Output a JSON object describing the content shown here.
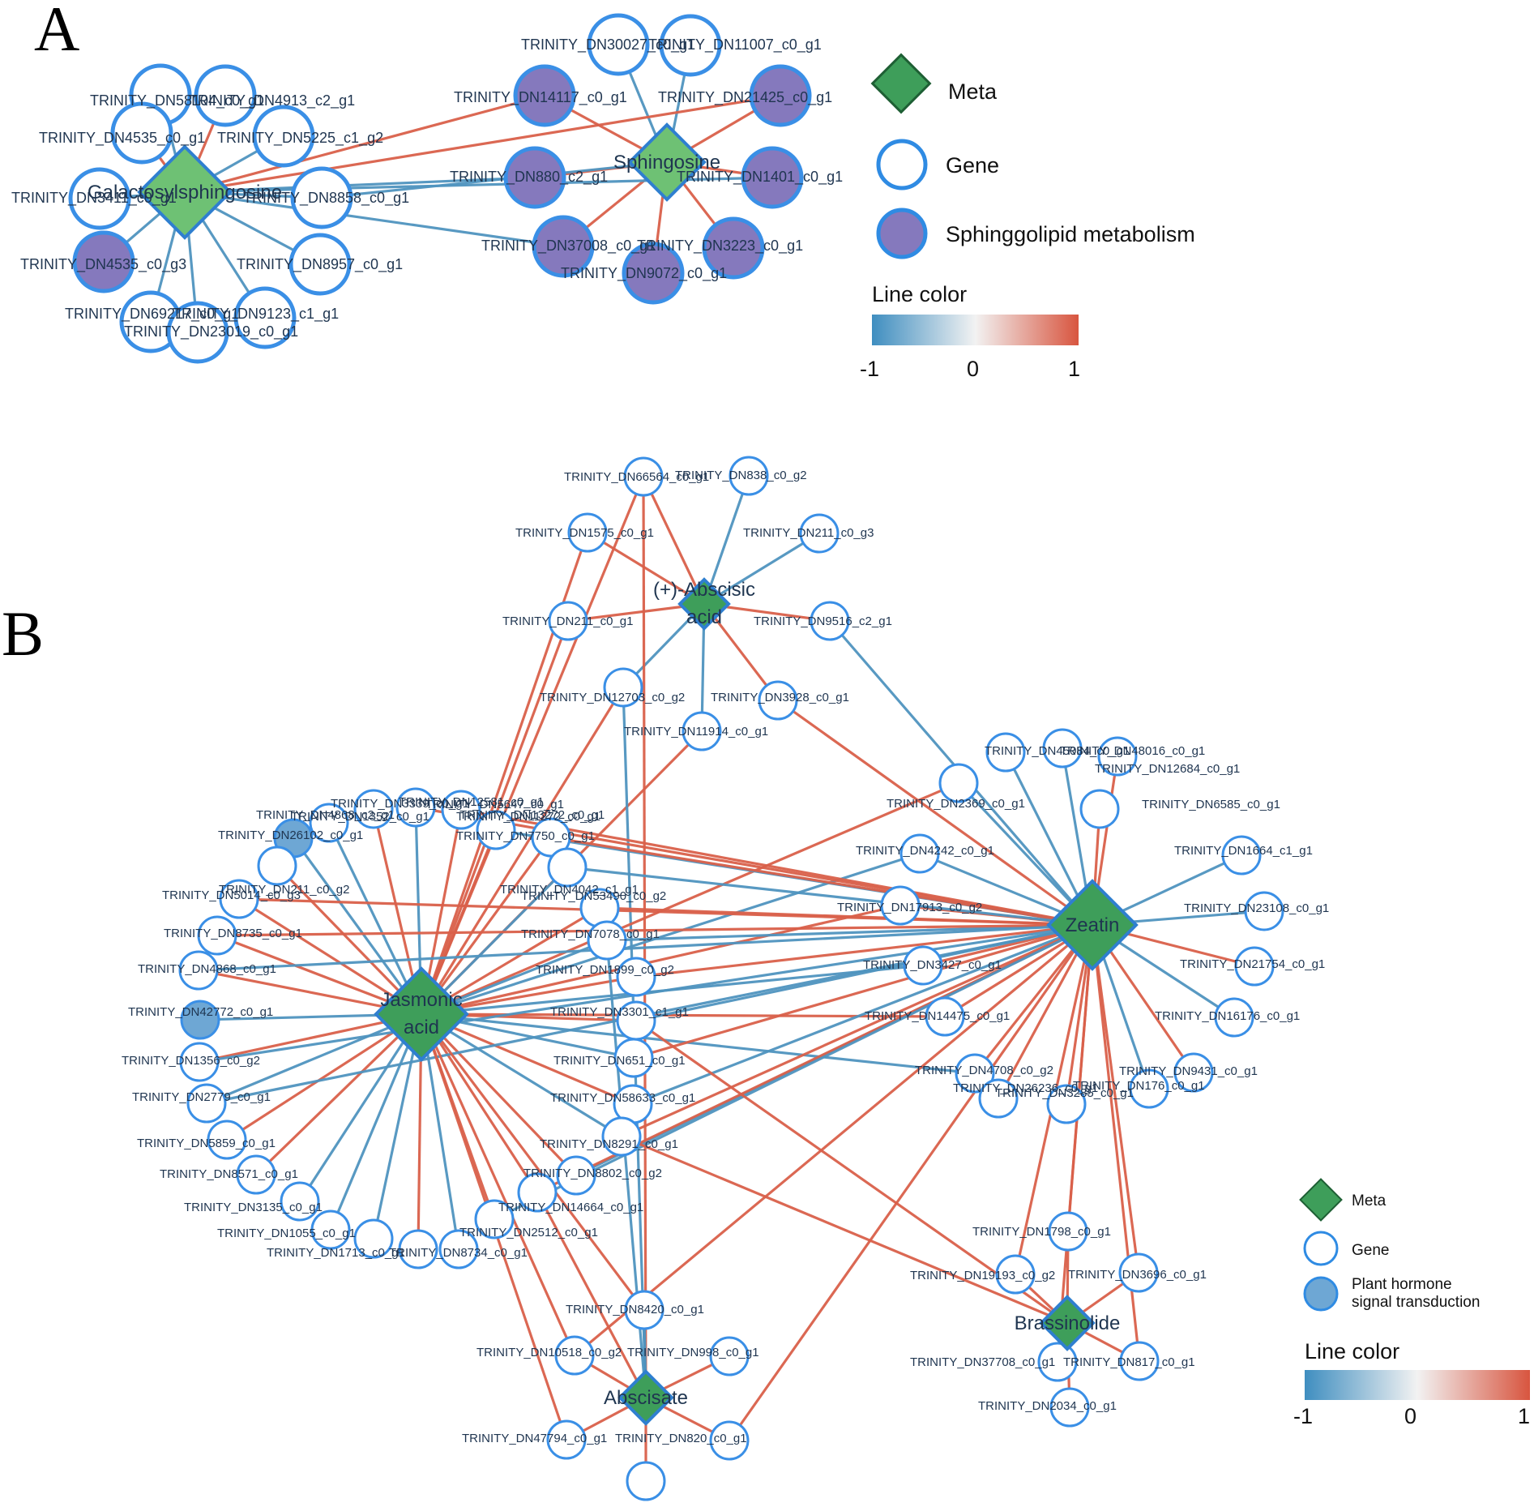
{
  "panels": [
    "A",
    "B"
  ],
  "colors": {
    "positive": "#d9604a",
    "negative": "#4f93bf",
    "meta_fill": "#3e9e5a",
    "meta_fill_a": "#6ec174",
    "meta_stroke": "#2f7fd0",
    "gene_stroke": "#3a8fe6",
    "sphingolipid_fill": "#8579bd",
    "hormone_fill": "#6ea7d4"
  },
  "legend_a": {
    "meta": "Meta",
    "gene": "Gene",
    "pathway": "Sphinggolipid metabolism",
    "line_color": "Line color",
    "ticks": [
      "-1",
      "0",
      "1"
    ]
  },
  "legend_b": {
    "meta": "Meta",
    "gene": "Gene",
    "pathway_line1": "Plant hormone",
    "pathway_line2": "signal transduction",
    "line_color": "Line color",
    "ticks": [
      "-1",
      "0",
      "1"
    ]
  },
  "network_a": {
    "metabolites": [
      {
        "name": "Galactosylsphingosine"
      },
      {
        "name": "Sphingosine"
      }
    ],
    "genes": [
      {
        "label": "TRINITY_DN58104_c0_g1",
        "pathway": false
      },
      {
        "label": "TRINITY_DN4913_c2_g1",
        "pathway": false
      },
      {
        "label": "TRINITY_DN4535_c0_g1",
        "pathway": false
      },
      {
        "label": "TRINITY_DN5225_c1_g2",
        "pathway": false
      },
      {
        "label": "TRINITY_DN3411_c0_g1",
        "pathway": false
      },
      {
        "label": "TRINITY_DN8858_c0_g1",
        "pathway": false
      },
      {
        "label": "TRINITY_DN4535_c0_g3",
        "pathway": true
      },
      {
        "label": "TRINITY_DN8957_c0_g1",
        "pathway": false
      },
      {
        "label": "TRINITY_DN69217_c0_g1",
        "pathway": false
      },
      {
        "label": "TRINITY_DN9123_c1_g1",
        "pathway": false
      },
      {
        "label": "TRINITY_DN23019_c0_g1",
        "pathway": false
      },
      {
        "label": "TRINITY_DN30027_c0_g1",
        "pathway": false
      },
      {
        "label": "TRINITY_DN11007_c0_g1",
        "pathway": false
      },
      {
        "label": "TRINITY_DN14117_c0_g1",
        "pathway": true
      },
      {
        "label": "TRINITY_DN21425_c0_g1",
        "pathway": true
      },
      {
        "label": "TRINITY_DN880_c2_g1",
        "pathway": true
      },
      {
        "label": "TRINITY_DN1401_c0_g1",
        "pathway": true
      },
      {
        "label": "TRINITY_DN37008_c0_g1",
        "pathway": true
      },
      {
        "label": "TRINITY_DN3223_c0_g1",
        "pathway": true
      },
      {
        "label": "TRINITY_DN9072_c0_g1",
        "pathway": true
      }
    ]
  },
  "network_b": {
    "metabolites": [
      {
        "name": "(+)-Abscisic acid"
      },
      {
        "name": "Zeatin"
      },
      {
        "name": "Jasmonic acid"
      },
      {
        "name": "Brassinolide"
      },
      {
        "name": "Abscisate"
      }
    ],
    "genes": [
      {
        "label": "TRINITY_DN66564_c0_g1",
        "pathway": false
      },
      {
        "label": "TRINITY_DN838_c0_g2",
        "pathway": false
      },
      {
        "label": "TRINITY_DN1575_c0_g1",
        "pathway": false
      },
      {
        "label": "TRINITY_DN211_c0_g3",
        "pathway": false
      },
      {
        "label": "TRINITY_DN211_c0_g1",
        "pathway": false
      },
      {
        "label": "TRINITY_DN9516_c2_g1",
        "pathway": false
      },
      {
        "label": "TRINITY_DN12703_c0_g2",
        "pathway": false
      },
      {
        "label": "TRINITY_DN3928_c0_g1",
        "pathway": false
      },
      {
        "label": "TRINITY_DN11914_c0_g1",
        "pathway": false
      },
      {
        "label": "TRINITY_DN45084_c0_g1",
        "pathway": false
      },
      {
        "label": "TRINITY_DN48016_c0_g1",
        "pathway": false
      },
      {
        "label": "TRINITY_DN12684_c0_g1",
        "pathway": false
      },
      {
        "label": "TRINITY_DN2369_c0_g1",
        "pathway": false
      },
      {
        "label": "TRINITY_DN6585_c0_g1",
        "pathway": false
      },
      {
        "label": "TRINITY_DN4242_c0_g1",
        "pathway": false
      },
      {
        "label": "TRINITY_DN1664_c1_g1",
        "pathway": false
      },
      {
        "label": "TRINITY_DN17913_c0_g2",
        "pathway": false
      },
      {
        "label": "TRINITY_DN23108_c0_g1",
        "pathway": false
      },
      {
        "label": "TRINITY_DN3427_c0_g1",
        "pathway": false
      },
      {
        "label": "TRINITY_DN21754_c0_g1",
        "pathway": false
      },
      {
        "label": "TRINITY_DN14475_c0_g1",
        "pathway": false
      },
      {
        "label": "TRINITY_DN16176_c0_g1",
        "pathway": false
      },
      {
        "label": "TRINITY_DN4708_c0_g2",
        "pathway": false
      },
      {
        "label": "TRINITY_DN9431_c0_g1",
        "pathway": false
      },
      {
        "label": "TRINITY_DN26236_c0_g1",
        "pathway": false
      },
      {
        "label": "TRINITY_DN3285_c0_g1",
        "pathway": false
      },
      {
        "label": "TRINITY_DN176_c0_g1",
        "pathway": false
      },
      {
        "label": "TRINITY_DN12581_c0_g1",
        "pathway": false
      },
      {
        "label": "TRINITY_DN3339_c0_g1",
        "pathway": false
      },
      {
        "label": "TRINITY_DN5647_c0_g1",
        "pathway": false
      },
      {
        "label": "TRINITY_DN1352_c0_g1",
        "pathway": false
      },
      {
        "label": "TRINITY_DN11272_c0_g1",
        "pathway": false
      },
      {
        "label": "TRINITY_DN4868_c2_g1",
        "pathway": true
      },
      {
        "label": "TRINITY_DN13272_c0_g1",
        "pathway": false
      },
      {
        "label": "TRINITY_DN26102_c0_g1",
        "pathway": false
      },
      {
        "label": "TRINITY_DN7750_c0_g1",
        "pathway": false
      },
      {
        "label": "TRINITY_DN211_c0_g2",
        "pathway": false
      },
      {
        "label": "TRINITY_DN4042_c1_g1",
        "pathway": false
      },
      {
        "label": "TRINITY_DN5014_c0_g3",
        "pathway": false
      },
      {
        "label": "TRINITY_DN53490_c0_g2",
        "pathway": false
      },
      {
        "label": "TRINITY_DN8735_c0_g1",
        "pathway": false
      },
      {
        "label": "TRINITY_DN7078_c0_g1",
        "pathway": false
      },
      {
        "label": "TRINITY_DN4868_c0_g1",
        "pathway": true
      },
      {
        "label": "TRINITY_DN1899_c0_g2",
        "pathway": false
      },
      {
        "label": "TRINITY_DN42772_c0_g1",
        "pathway": false
      },
      {
        "label": "TRINITY_DN3301_c1_g1",
        "pathway": false
      },
      {
        "label": "TRINITY_DN1356_c0_g2",
        "pathway": false
      },
      {
        "label": "TRINITY_DN651_c0_g1",
        "pathway": false
      },
      {
        "label": "TRINITY_DN2779_c0_g1",
        "pathway": false
      },
      {
        "label": "TRINITY_DN58633_c0_g1",
        "pathway": false
      },
      {
        "label": "TRINITY_DN5859_c0_g1",
        "pathway": false
      },
      {
        "label": "TRINITY_DN8291_c0_g1",
        "pathway": false
      },
      {
        "label": "TRINITY_DN8571_c0_g1",
        "pathway": false
      },
      {
        "label": "TRINITY_DN8802_c0_g2",
        "pathway": false
      },
      {
        "label": "TRINITY_DN3135_c0_g1",
        "pathway": false
      },
      {
        "label": "TRINITY_DN14664_c0_g1",
        "pathway": false
      },
      {
        "label": "TRINITY_DN1055_c0_g1",
        "pathway": false
      },
      {
        "label": "TRINITY_DN2512_c0_g1",
        "pathway": false
      },
      {
        "label": "TRINITY_DN1713_c0_g1",
        "pathway": false
      },
      {
        "label": "TRINITY_DN8734_c0_g1",
        "pathway": false
      },
      {
        "label": "TRINITY_DN1798_c0_g1",
        "pathway": false
      },
      {
        "label": "TRINITY_DN19193_c0_g2",
        "pathway": false
      },
      {
        "label": "TRINITY_DN3696_c0_g1",
        "pathway": false
      },
      {
        "label": "TRINITY_DN37708_c0_g1",
        "pathway": false
      },
      {
        "label": "TRINITY_DN817_c0_g1",
        "pathway": false
      },
      {
        "label": "TRINITY_DN2034_c0_g1",
        "pathway": false
      },
      {
        "label": "TRINITY_DN8420_c0_g1",
        "pathway": false
      },
      {
        "label": "TRINITY_DN10518_c0_g2",
        "pathway": false
      },
      {
        "label": "TRINITY_DN998_c0_g1",
        "pathway": false
      },
      {
        "label": "TRINITY_DN47794_c0_g1",
        "pathway": false
      },
      {
        "label": "TRINITY_DN820_c0_g1",
        "pathway": false
      }
    ]
  }
}
